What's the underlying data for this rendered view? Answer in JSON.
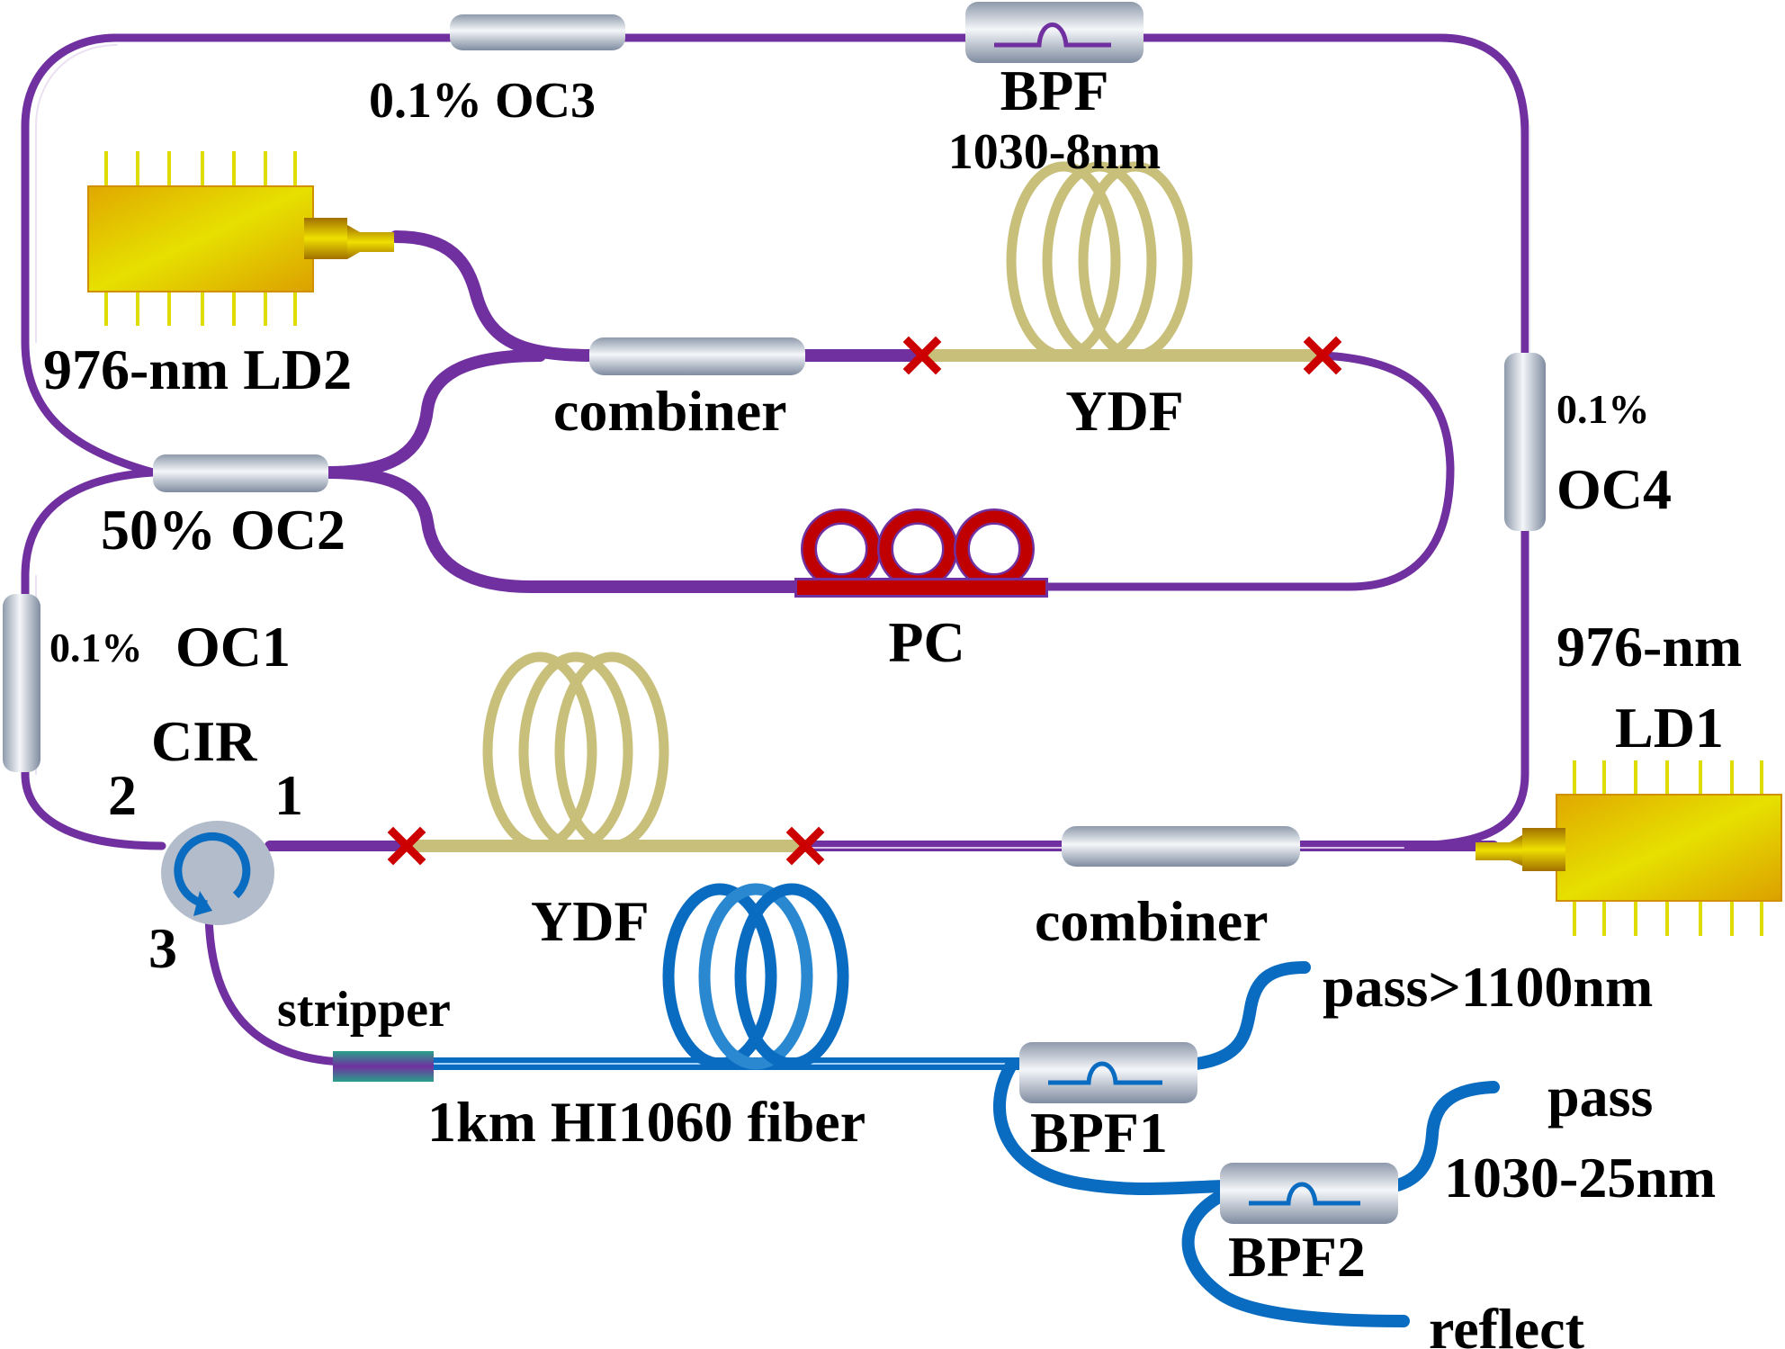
{
  "figure": {
    "type": "fiber-laser-setup-schematic",
    "colors": {
      "passive_fiber": "#7030a0",
      "ydf_fiber": "#c8bf7a",
      "hi1060_fiber": "#0a6cc0",
      "splice_mark": "#cc0000",
      "pc_paddles": "#c00000",
      "laser_diode": "#e6c200",
      "coupler_body": "#b8c2cf",
      "circulator_body": "#b2bccb",
      "circulator_arrow": "#0a6cc0",
      "stripper": "#2a9a8a"
    }
  },
  "labels": {
    "oc3": "0.1% OC3",
    "bpf_top": "BPF",
    "bpf_top_spec": "1030-8nm",
    "ld2": "976-nm LD2",
    "combiner_top": "combiner",
    "ydf_top": "YDF",
    "oc4_ratio": "0.1%",
    "oc4_name": "OC4",
    "oc2": "50% OC2",
    "pc": "PC",
    "oc1_ratio": "0.1%",
    "oc1_name": "OC1",
    "ld1_line1": "976-nm",
    "ld1_line2": "LD1",
    "cir": "CIR",
    "cir_port1": "1",
    "cir_port2": "2",
    "cir_port3": "3",
    "ydf_bottom": "YDF",
    "combiner_bottom": "combiner",
    "stripper": "stripper",
    "hi1060": "1km HI1060 fiber",
    "bpf1": "BPF1",
    "bpf2": "BPF2",
    "bpf1_out": "pass>1100nm",
    "bpf2_out_line1": "pass",
    "bpf2_out_line2": "1030-25nm",
    "bpf2_reflect": "reflect"
  }
}
